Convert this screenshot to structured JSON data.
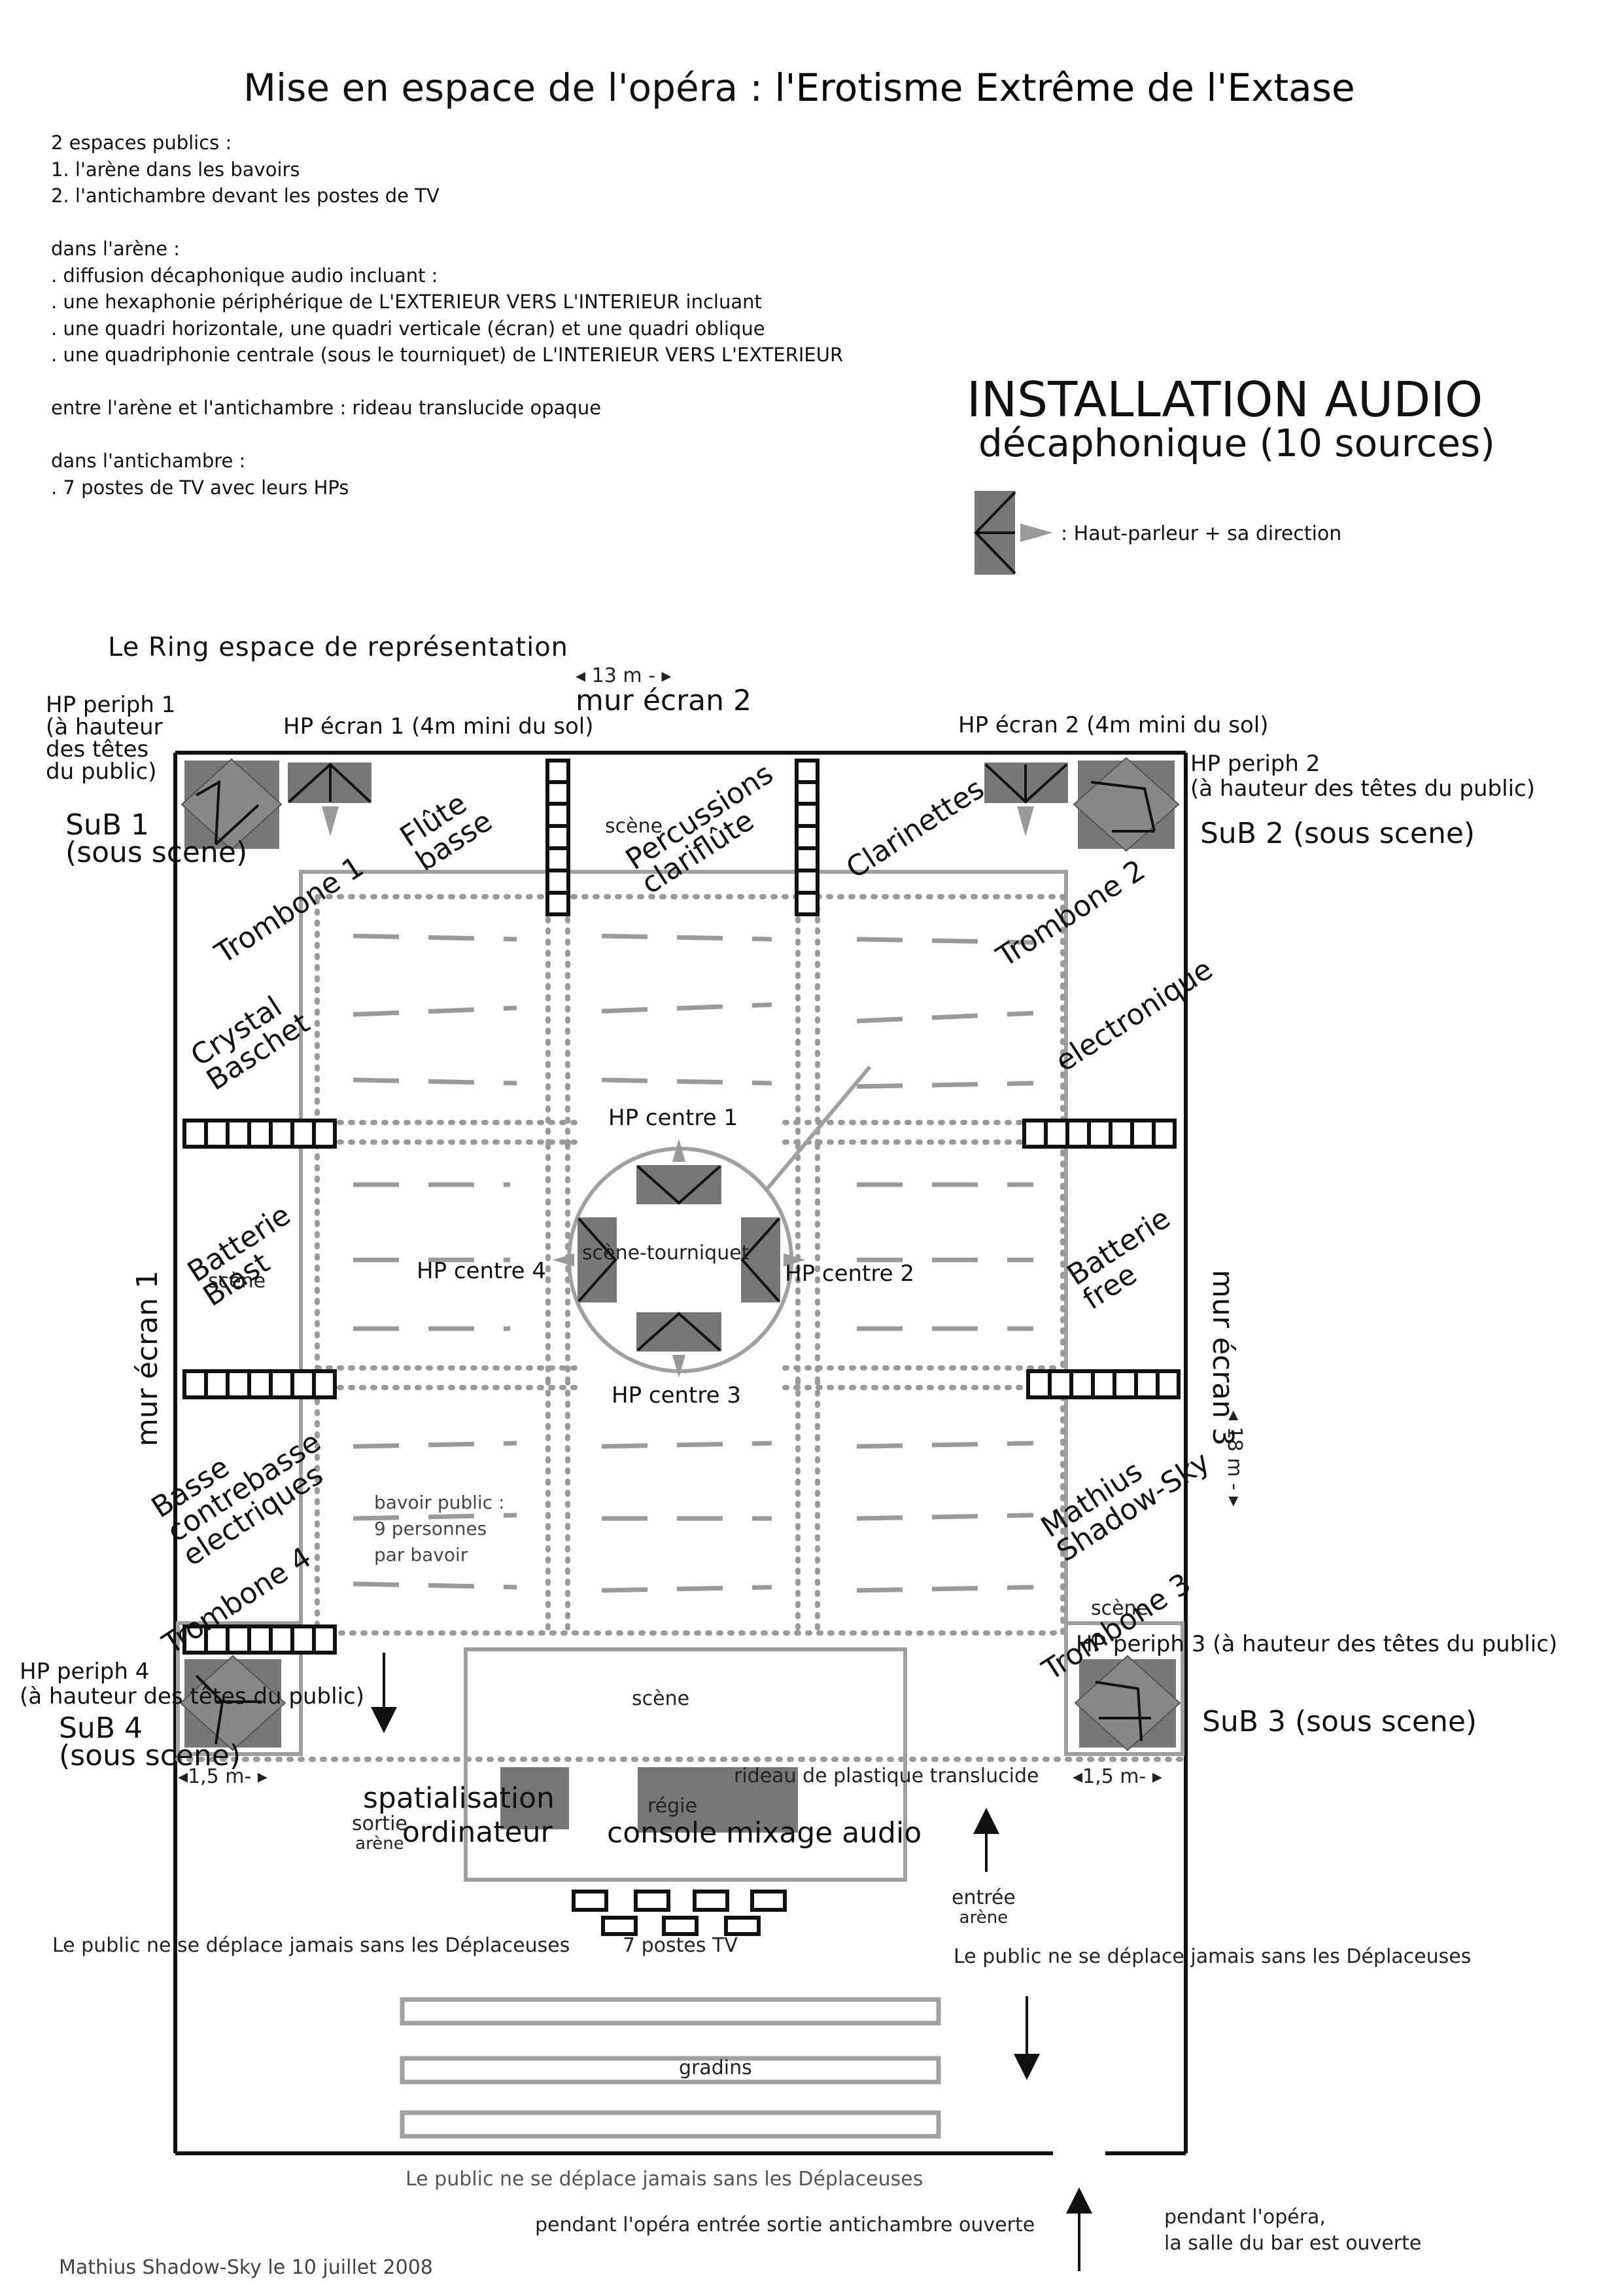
{
  "header": {
    "title_prefix": "Mise en espace de l'opéra : ",
    "title_main": "l'Erotisme Extrême de l'Extase"
  },
  "intro_lines": [
    "2 espaces publics :",
    "1. l'arène dans les bavoirs",
    "2. l'antichambre devant les postes de TV",
    "",
    "dans l'arène :",
    ". diffusion décaphonique audio incluant :",
    ". une hexaphonie périphérique de L'EXTERIEUR VERS L'INTERIEUR incluant",
    ". une quadri horizontale, une quadri verticale (écran) et une quadri oblique",
    ". une quadriphonie centrale (sous le tourniquet) de L'INTERIEUR VERS L'EXTERIEUR",
    "",
    "entre l'arène et l'antichambre : rideau translucide opaque",
    "",
    "dans l'antichambre :",
    ". 7 postes de TV avec leurs HPs"
  ],
  "installation": {
    "title": "INSTALLATION AUDIO",
    "subtitle": "décaphonique (10 sources)",
    "legend": ": Haut-parleur + sa direction",
    "legend_icon": "speaker-direction-icon"
  },
  "ring_label": "Le Ring espace de représentation",
  "dimensions": {
    "top": "13 m -",
    "right": "18 m -",
    "bottom_left": "1,5 m-",
    "bottom_right": "1,5 m-"
  },
  "walls": {
    "top": "mur écran 2",
    "left": "mur écran 1",
    "right": "mur écran 3"
  },
  "speakers": {
    "periph1": [
      "HP periph 1",
      "(à hauteur",
      "des têtes",
      "du public)"
    ],
    "periph2": [
      "HP periph 2",
      "(à hauteur des têtes du public)"
    ],
    "periph3": "HP periph 3 (à hauteur des têtes du public)",
    "periph4": [
      "HP periph 4",
      "(à hauteur des têtes du public)"
    ],
    "ecran1": "HP écran 1 (4m mini du sol)",
    "ecran2": "HP écran 2 (4m mini du sol)",
    "centre1": "HP centre 1",
    "centre2": "HP centre 2",
    "centre3": "HP centre 3",
    "centre4": "HP centre 4"
  },
  "subs": {
    "sub1": [
      "SuB 1",
      "(sous scene)"
    ],
    "sub2": "SuB 2 (sous scene)",
    "sub3": "SuB 3 (sous scene)",
    "sub4": [
      "SuB 4",
      "(sous scene)"
    ]
  },
  "instruments": {
    "trombone1": "Trombone 1",
    "flute": [
      "Flûte",
      "basse"
    ],
    "percussions": [
      "Percussions",
      "clariflûte"
    ],
    "clarinettes": "Clarinettes",
    "trombone2": "Trombone 2",
    "crystal": [
      "Crystal",
      "Baschet"
    ],
    "electronique": "electronique",
    "batterie_blast": [
      "Batterie",
      "Blast"
    ],
    "batterie_free": [
      "Batterie",
      "free"
    ],
    "basse": [
      "Basse",
      "contrebasse",
      "electriques"
    ],
    "mathius": [
      "Mathius",
      "Shadow-Sky"
    ],
    "trombone4": "Trombone 4",
    "trombone3": "Trombone 3"
  },
  "stage_labels": {
    "scene_top": "scène",
    "scene_left": "scène",
    "scene_right": "scène",
    "tourniquet": "scène-tourniquet",
    "bavoir": [
      "bavoir public :",
      "9 personnes",
      "par bavoir"
    ],
    "scene_bottom": "scène",
    "rideau": "rideau de plastique translucide",
    "spatialisation": [
      "spatialisation",
      "ordinateur"
    ],
    "regie": "régie",
    "console": "console mixage audio",
    "sortie": [
      "sortie",
      "arène"
    ],
    "entree": [
      "entrée",
      "arène"
    ],
    "tv": "7 postes TV",
    "gradins": "gradins"
  },
  "notes": {
    "public_left": "Le public ne se déplace jamais sans les Déplaceuses",
    "public_right": "Le public ne se déplace jamais sans les Déplaceuses",
    "public_bottom": "Le public ne se déplace jamais sans les Déplaceuses",
    "antichambre": "pendant l'opéra entrée sortie antichambre ouverte",
    "bar": [
      "pendant l'opéra,",
      "la salle du bar est ouverte"
    ],
    "signature": "Mathius Shadow-Sky le 10 juillet 2008"
  }
}
